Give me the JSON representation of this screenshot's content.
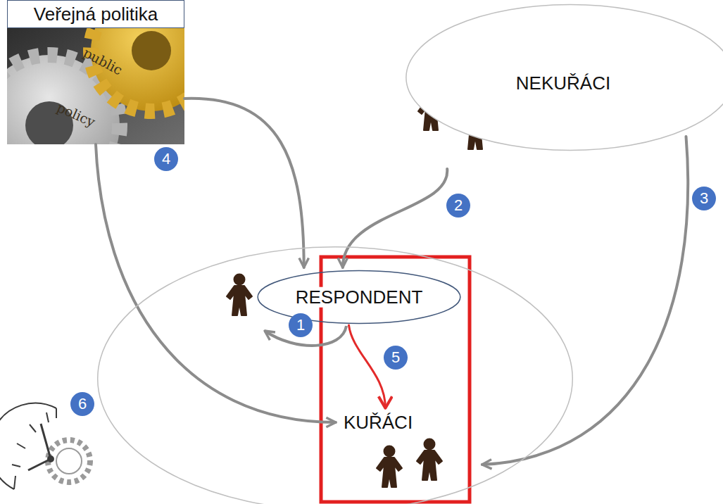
{
  "diagram": {
    "nodes": [
      {
        "text": [
          "Veřejná politika"
        ]
      },
      {
        "text": [
          "NEKUŘÁCI"
        ]
      },
      {
        "text": [
          "KUŘÁCI"
        ]
      },
      {
        "text": [
          "RESPONDENT"
        ],
        "in": 2
      }
    ],
    "edges": [
      {
        "from": 0,
        "to": 3,
        "arrow": "to"
      },
      {
        "from": 0,
        "to": 2,
        "arrow": "to"
      },
      {
        "from": 1,
        "to": 3,
        "arrow": "to"
      },
      {
        "from": 1,
        "to": 2,
        "arrow": "to"
      },
      {
        "from": 3,
        "to": 2,
        "arrow": "to"
      }
    ],
    "labels": [
      "1",
      "2",
      "3",
      "4",
      "5",
      "6",
      "public",
      "policy"
    ]
  }
}
